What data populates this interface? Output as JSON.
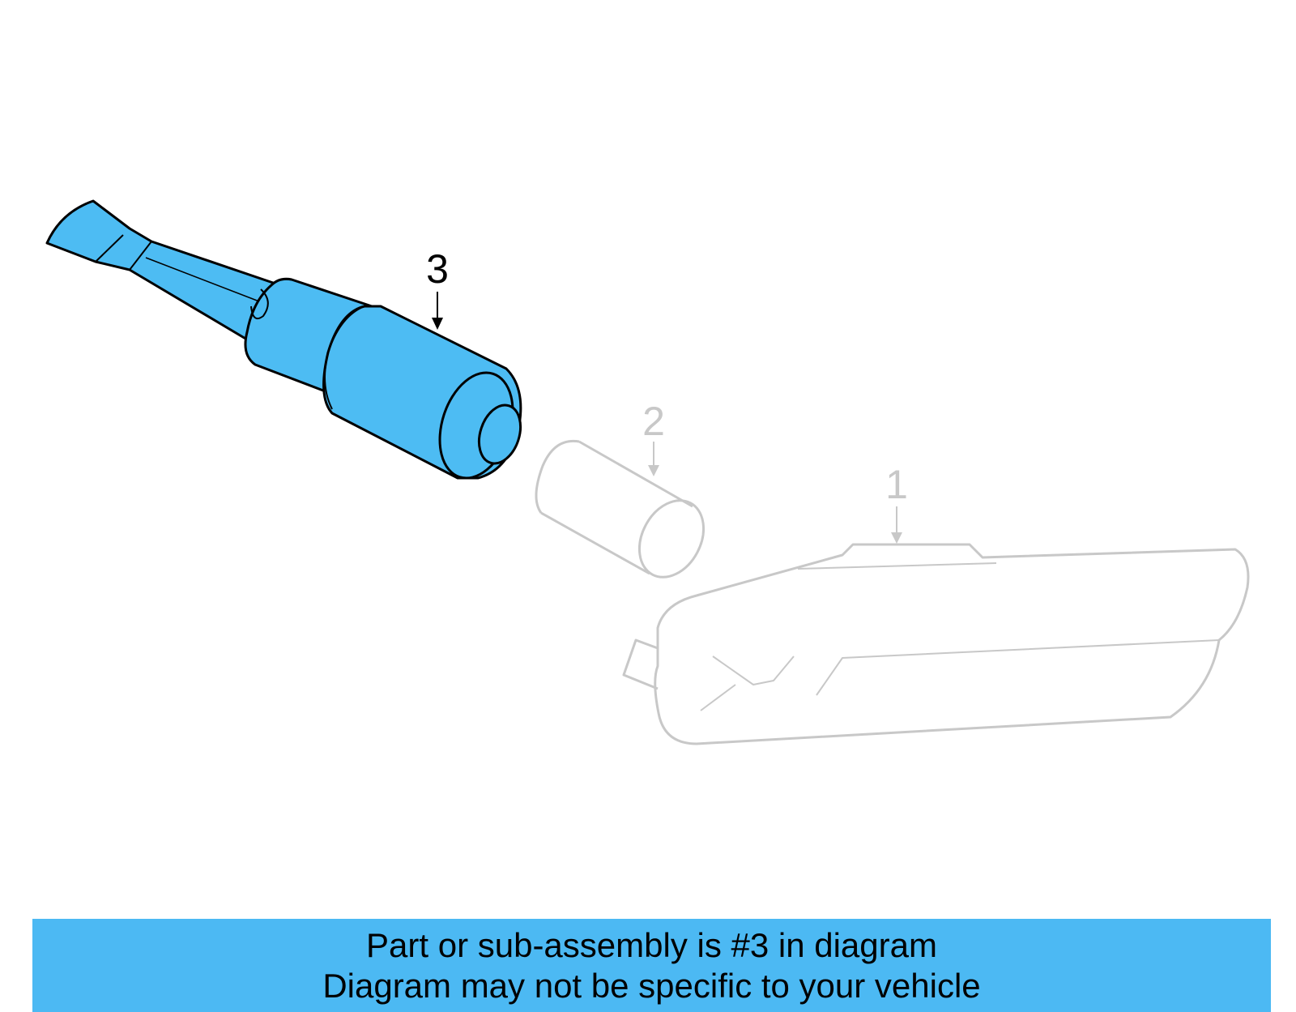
{
  "diagram": {
    "callouts": [
      {
        "label": "3",
        "state": "highlighted"
      },
      {
        "label": "2",
        "state": "dimmed"
      },
      {
        "label": "1",
        "state": "dimmed"
      }
    ],
    "colors": {
      "highlight_fill": "#4dbcf3",
      "highlight_stroke": "#000000",
      "dimmed_stroke": "#c8c8c8"
    }
  },
  "banner": {
    "line1": "Part or sub-assembly is #3 in diagram",
    "line2": "Diagram may not be specific to your vehicle",
    "color": "#4cb9f3"
  }
}
